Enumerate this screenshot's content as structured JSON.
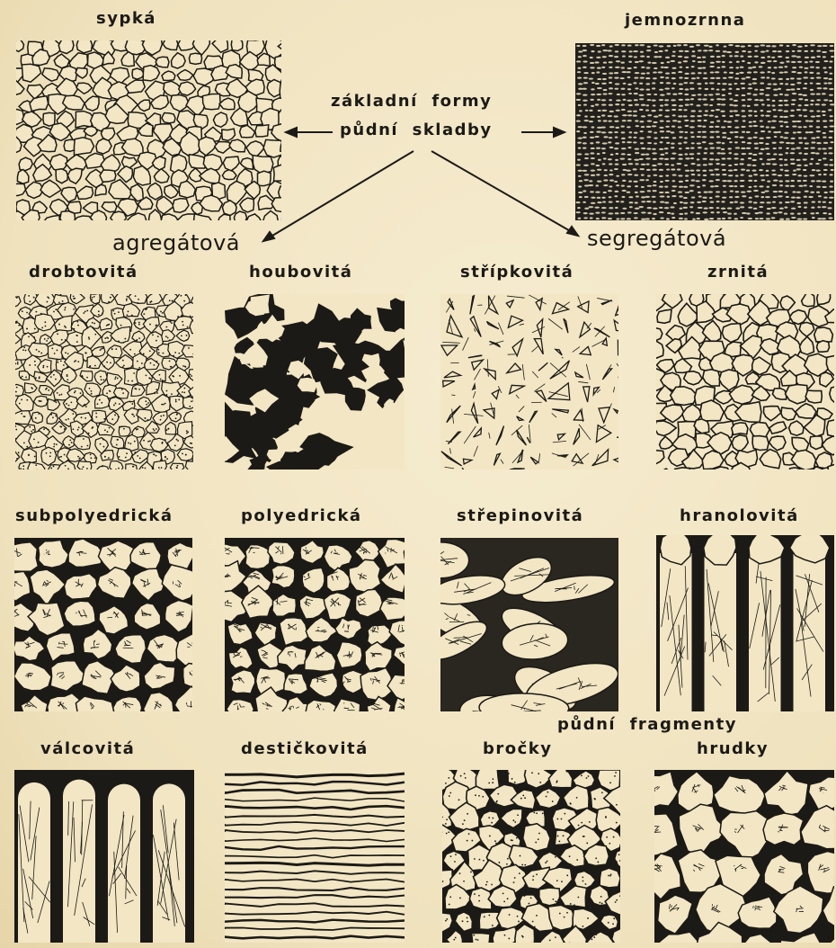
{
  "diagram": {
    "center_line1": "základní  formy",
    "center_line2": "půdní  skladby",
    "top_left": "sypká",
    "top_right": "jemnozrnna",
    "branch_left": "agregátová",
    "branch_right": "segregátová",
    "fragments_heading": "půdní  fragmenty",
    "structures": [
      {
        "label": "drobtovitá"
      },
      {
        "label": "houbovitá"
      },
      {
        "label": "střípkovitá"
      },
      {
        "label": "zrnitá"
      },
      {
        "label": "subpolyedrická"
      },
      {
        "label": "polyedrická"
      },
      {
        "label": "střepinovitá"
      },
      {
        "label": "hranolovitá"
      },
      {
        "label": "válcovitá"
      },
      {
        "label": "destičkovitá"
      },
      {
        "label": "bročky"
      },
      {
        "label": "hrudky"
      }
    ]
  },
  "colors": {
    "paper": "#f2e6c4",
    "ink": "#1c1a16"
  }
}
